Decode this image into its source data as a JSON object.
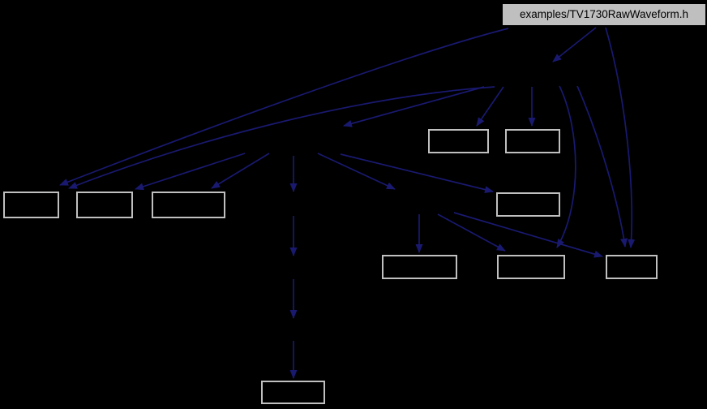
{
  "graph": {
    "kind": "include-dependency-graph",
    "root_node": {
      "label": "examples/TV1730RawWaveform.h"
    },
    "unlabeled_box_count": 11,
    "colors": {
      "background": "#000000",
      "edge": "#191970",
      "box_border": "#c0c0c0",
      "root_fill": "#bfbfbf",
      "root_text": "#000000"
    }
  }
}
